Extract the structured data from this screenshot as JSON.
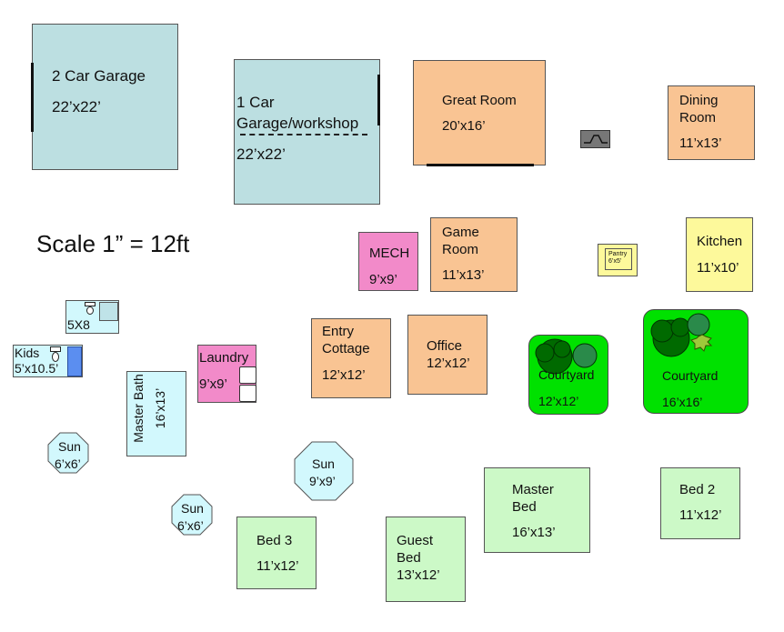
{
  "scale": "Scale 1” = 12ft",
  "rooms": {
    "garage2": {
      "name": "2 Car Garage",
      "size": "22’x22’"
    },
    "garage1": {
      "name_line1": "1 Car",
      "name_line2": "Garage/workshop",
      "size": "22’x22’"
    },
    "great_room": {
      "name": "Great Room",
      "size": "20’x16’"
    },
    "dining": {
      "name_line1": "Dining",
      "name_line2": "Room",
      "size": "11’x13’"
    },
    "mech": {
      "name": "MECH",
      "size": "9’x9’"
    },
    "game_room": {
      "name_line1": "Game",
      "name_line2": "Room",
      "size": "11’x13’"
    },
    "pantry": {
      "name": "Pantry",
      "size": "6’x5’"
    },
    "kitchen": {
      "name": "Kitchen",
      "size": "11’x10’"
    },
    "bath_5x8": {
      "size": "5X8"
    },
    "kids": {
      "name": "Kids",
      "size": "5’x10.5’"
    },
    "laundry": {
      "name": "Laundry",
      "size": "9’x9’"
    },
    "entry": {
      "name_line1": "Entry",
      "name_line2": "Cottage",
      "size": "12’x12’"
    },
    "office": {
      "name": "Office",
      "size": "12’x12’"
    },
    "courtyard_small": {
      "name": "Courtyard",
      "size": "12’x12’"
    },
    "courtyard_large": {
      "name": "Courtyard",
      "size": "16’x16’"
    },
    "master_bath": {
      "name": "Master Bath",
      "size": "16’x13’"
    },
    "sun_left": {
      "name": "Sun",
      "size": "6’x6’"
    },
    "sun_mid": {
      "name": "Sun",
      "size": "9’x9’"
    },
    "sun_small": {
      "name": "Sun",
      "size": "6’x6’"
    },
    "master_bed": {
      "name_line1": "Master",
      "name_line2": "Bed",
      "size": "16’x13’"
    },
    "bed2": {
      "name": "Bed 2",
      "size": "11’x12’"
    },
    "bed3": {
      "name": "Bed 3",
      "size": "11’x12’"
    },
    "guest_bed": {
      "name_line1": "Guest",
      "name_line2": "Bed",
      "size": "13’x12’"
    }
  },
  "colors": {
    "garage": "#bcdfe1",
    "common": "#f9c493",
    "utility": "#f28ac9",
    "kitchen": "#fdf99b",
    "courtyard": "#00e100",
    "bedroom": "#ccf9c7",
    "bath": "#d2f8fd"
  }
}
